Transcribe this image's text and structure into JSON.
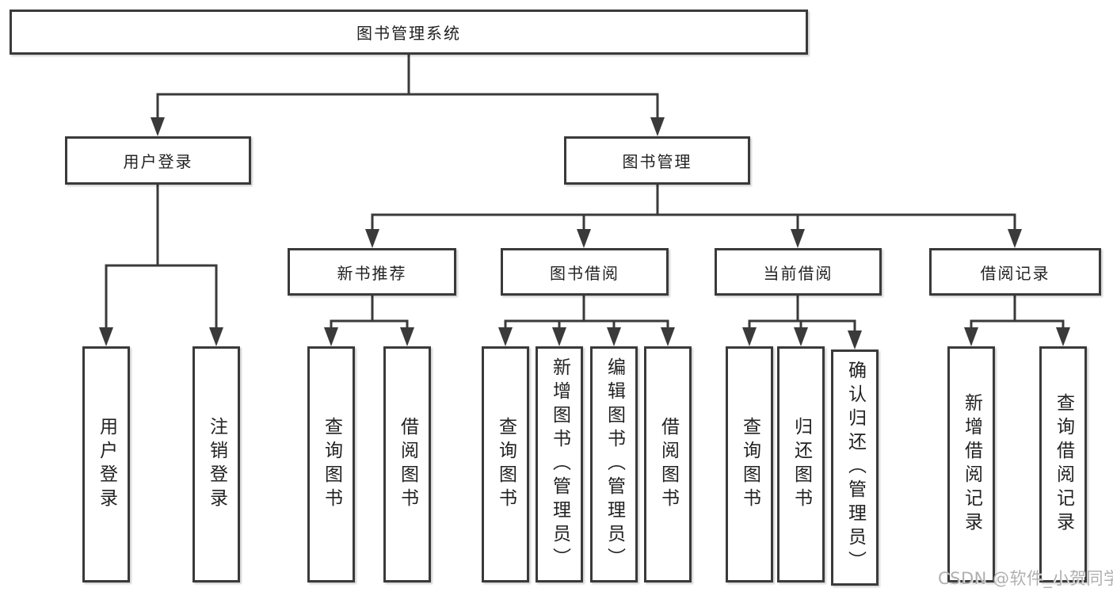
{
  "diagram": {
    "root": {
      "label": "图书管理系统"
    },
    "branches": [
      {
        "label": "用户登录",
        "children": [
          {
            "label": "用户登录"
          },
          {
            "label": "注销登录"
          }
        ]
      },
      {
        "label": "图书管理",
        "children": [
          {
            "label": "新书推荐",
            "children": [
              {
                "label": "查询图书"
              },
              {
                "label": "借阅图书"
              }
            ]
          },
          {
            "label": "图书借阅",
            "children": [
              {
                "label": "查询图书"
              },
              {
                "label": "新增图书（管理员）"
              },
              {
                "label": "编辑图书（管理员）"
              },
              {
                "label": "借阅图书"
              }
            ]
          },
          {
            "label": "当前借阅",
            "children": [
              {
                "label": "查询图书"
              },
              {
                "label": "归还图书"
              },
              {
                "label": "确认归还（管理员）"
              }
            ]
          },
          {
            "label": "借阅记录",
            "children": [
              {
                "label": "新增借阅记录"
              },
              {
                "label": "查询借阅记录"
              }
            ]
          }
        ]
      }
    ]
  },
  "watermark": {
    "text": "CSDN @软件_小贺同学"
  },
  "colors": {
    "line": "#3a3a3a",
    "text": "#222222",
    "background": "#ffffff",
    "watermark": "#b0b0b0"
  }
}
